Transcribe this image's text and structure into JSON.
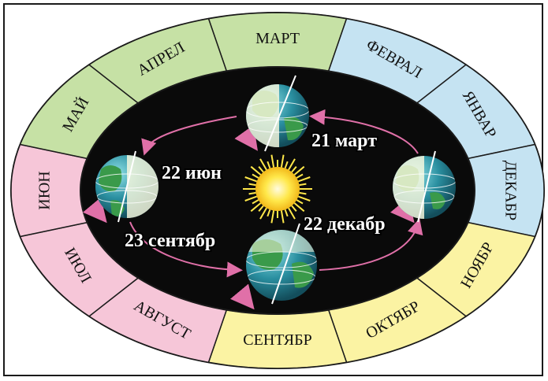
{
  "months": [
    {
      "label": "МАРТ",
      "color": "#c6e1a5"
    },
    {
      "label": "ФЕВРАЛ",
      "color": "#c5e3f2"
    },
    {
      "label": "ЯНВАР",
      "color": "#c5e3f2"
    },
    {
      "label": "ДЕКАБР",
      "color": "#c5e3f2"
    },
    {
      "label": "НОЯБР",
      "color": "#fbf3a3"
    },
    {
      "label": "ОКТЯБР",
      "color": "#fbf3a3"
    },
    {
      "label": "СЕНТЯБР",
      "color": "#fbf3a3"
    },
    {
      "label": "АВГУСТ",
      "color": "#f6c6d8"
    },
    {
      "label": "ИЮЛ",
      "color": "#f6c6d8"
    },
    {
      "label": "ИЮН",
      "color": "#f6c6d8"
    },
    {
      "label": "МАЙ",
      "color": "#c6e1a5"
    },
    {
      "label": "АПРЕЛ",
      "color": "#c6e1a5"
    }
  ],
  "dates": {
    "march": "21 март",
    "june": "22 июн",
    "september": "23 сентябр",
    "december": "22 декабр"
  },
  "colors": {
    "orbit_background": "#0a0a0a",
    "orbit_arrow": "#e070a8",
    "sun": "#ffe84a",
    "ocean": "#2f8fa8",
    "land": "#3a9a4a"
  }
}
